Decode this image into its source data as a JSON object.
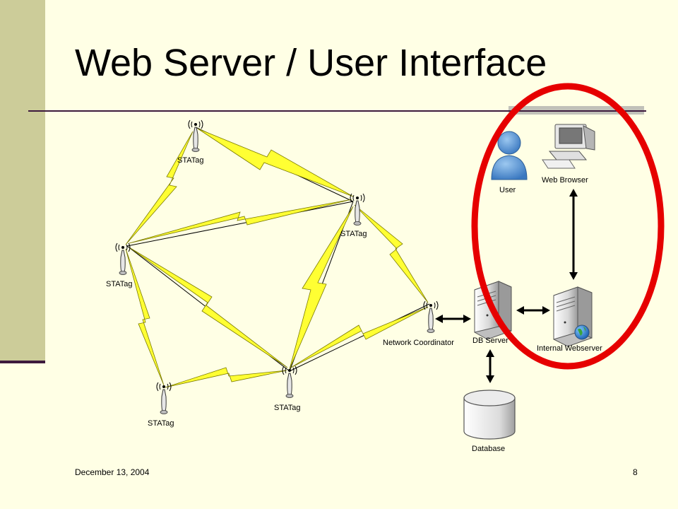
{
  "slide": {
    "title": "Web Server / User Interface",
    "footer_date": "December 13, 2004",
    "page_number": "8"
  },
  "diagram": {
    "tag_label": "STATag",
    "nodes": {
      "network_coordinator": "Network Coordinator",
      "db_server": "DB Server",
      "internal_webserver": "Internal Webserver",
      "database": "Database",
      "user": "User",
      "web_browser": "Web Browser"
    },
    "colors": {
      "lightning": "#ffff33",
      "highlight_ellipse": "#e60000",
      "band": "#cccc99",
      "rule": "#3d1a3d"
    }
  }
}
